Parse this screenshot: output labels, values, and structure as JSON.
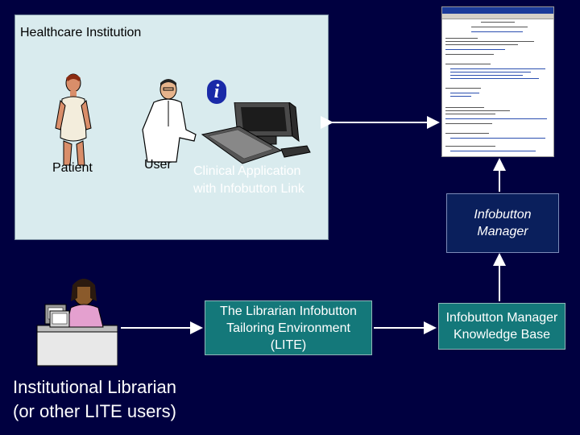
{
  "healthcare_box": {
    "title": "Healthcare Institution"
  },
  "patient": {
    "label": "Patient"
  },
  "user": {
    "label": "User"
  },
  "info_icon": {
    "glyph": "i"
  },
  "clinical_app": {
    "line1": "Clinical Application",
    "line2": "with Infobutton Link"
  },
  "infobutton_manager": {
    "line1": "Infobutton",
    "line2": "Manager"
  },
  "lite": {
    "line1": "The Librarian Infobutton",
    "line2": "Tailoring Environment",
    "line3": "(LITE)"
  },
  "knowledge_base": {
    "line1": "Infobutton Manager",
    "line2": "Knowledge Base"
  },
  "librarian": {
    "line1": "Institutional Librarian",
    "line2": "(or other LITE users)"
  },
  "colors": {
    "background": "#000040",
    "teal_box": "#14787a",
    "navy_box": "#0a1f5c",
    "panel": "#d9ebee"
  }
}
